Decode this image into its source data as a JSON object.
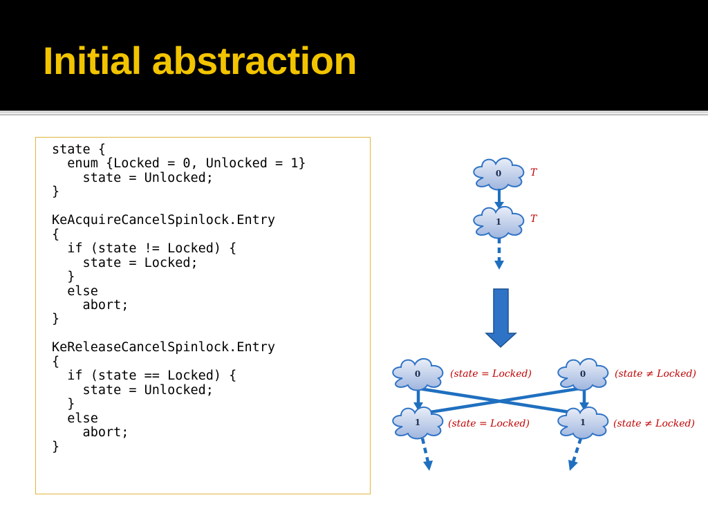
{
  "slide": {
    "title": "Initial abstraction"
  },
  "code": {
    "lines": [
      "state {",
      "  enum {Locked = 0, Unlocked = 1}",
      "    state = Unlocked;",
      "}",
      "",
      "KeAcquireCancelSpinlock.Entry",
      "{",
      "  if (state != Locked) {",
      "    state = Locked;",
      "  }",
      "  else",
      "    abort;",
      "}",
      "",
      "KeReleaseCancelSpinlock.Entry",
      "{",
      "  if (state == Locked) {",
      "    state = Unlocked;",
      "  }",
      "  else",
      "    abort;",
      "}"
    ]
  },
  "diagram": {
    "top": {
      "node_0": "0",
      "node_0_predicate": "T",
      "node_1": "1",
      "node_1_predicate": "T"
    },
    "bottom": {
      "left_0": "0",
      "left_0_predicate": "(state = Locked)",
      "left_1": "1",
      "left_1_predicate": "(state = Locked)",
      "right_0": "0",
      "right_0_predicate": "(state ≠ Locked)",
      "right_1": "1",
      "right_1_predicate": "(state ≠ Locked)"
    },
    "colors": {
      "arrow": "#1f6fbf",
      "cloud_fill": "#c6d3ec",
      "cloud_stroke": "#2f73c6",
      "predicate": "#c00000"
    }
  }
}
